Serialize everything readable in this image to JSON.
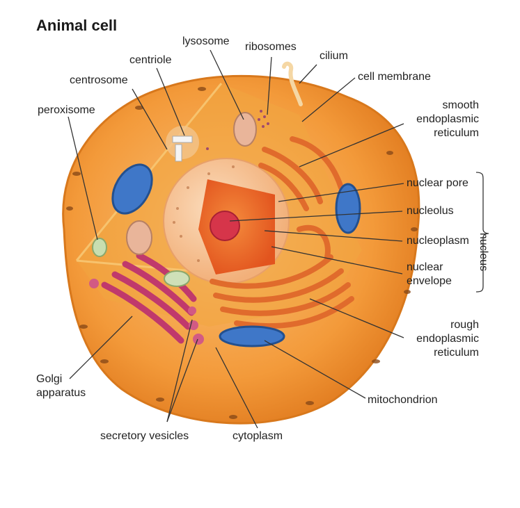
{
  "title": "Animal cell",
  "labels": {
    "lysosome": "lysosome",
    "ribosomes": "ribosomes",
    "cilium": "cilium",
    "centriole": "centriole",
    "cell_membrane": "cell membrane",
    "centrosome": "centrosome",
    "smooth_er": [
      "smooth",
      "endoplasmic",
      "reticulum"
    ],
    "peroxisome": "peroxisome",
    "nuclear_pore": "nuclear pore",
    "nucleolus": "nucleolus",
    "nucleoplasm": "nucleoplasm",
    "nuclear_envelope": [
      "nuclear",
      "envelope"
    ],
    "nucleus": "nucleus",
    "rough_er": [
      "rough",
      "endoplasmic",
      "reticulum"
    ],
    "golgi": [
      "Golgi",
      "apparatus"
    ],
    "mitochondrion": "mitochondrion",
    "secretory_vesicles": "secretory vesicles",
    "cytoplasm": "cytoplasm"
  },
  "colors": {
    "cell_outer": "#f39a3a",
    "cell_inner": "#f6b25e",
    "cytoplasm_cut": "#f0a640",
    "nucleus_outer": "#f7c79a",
    "nucleoplasm": "#f26b2a",
    "nucleolus": "#d6354a",
    "mitochondrion": "#3f77c8",
    "golgi": "#c0396c",
    "er": "#e06b2c",
    "leader_line": "#333333"
  }
}
